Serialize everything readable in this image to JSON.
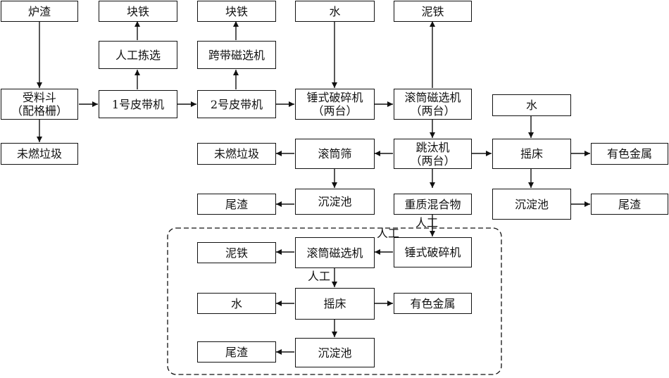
{
  "nodes": {
    "furnace_slag": "炉渣",
    "hopper": [
      "受料斗",
      "（配格栅）"
    ],
    "unburnt_left": "未燃垃圾",
    "belt1": "1号皮带机",
    "manual_pick": "人工拣选",
    "iron_block_1": "块铁",
    "belt2": "2号皮带机",
    "cross_belt_mag": "跨带磁选机",
    "iron_block_2": "块铁",
    "water_top": "水",
    "hammer_crusher_1": [
      "锤式破碎机",
      "（两台）"
    ],
    "mud_iron_top": "泥铁",
    "drum_mag_1": [
      "滚筒磁选机",
      "（两台）"
    ],
    "water_right": "水",
    "jig": [
      "跳汰机",
      "（两台）"
    ],
    "drum_screen": "滚筒筛",
    "unburnt_mid": "未燃垃圾",
    "shaking_table_1": "摇床",
    "nonferrous_1": "有色金属",
    "settling_1": "沉淀池",
    "tailings_1": "尾渣",
    "heavy_mix": "重质混合物",
    "settling_2": "沉淀池",
    "tailings_2": "尾渣",
    "hammer_crusher_2": "锤式破碎机",
    "drum_mag_2": "滚筒磁选机",
    "mud_iron_2": "泥铁",
    "shaking_table_2": "摇床",
    "water_bottom": "水",
    "nonferrous_2": "有色金属",
    "settling_3": "沉淀池",
    "tailings_3": "尾渣"
  },
  "labels": {
    "manual_1": "人工",
    "manual_2": "人工",
    "manual_3": "人工"
  }
}
